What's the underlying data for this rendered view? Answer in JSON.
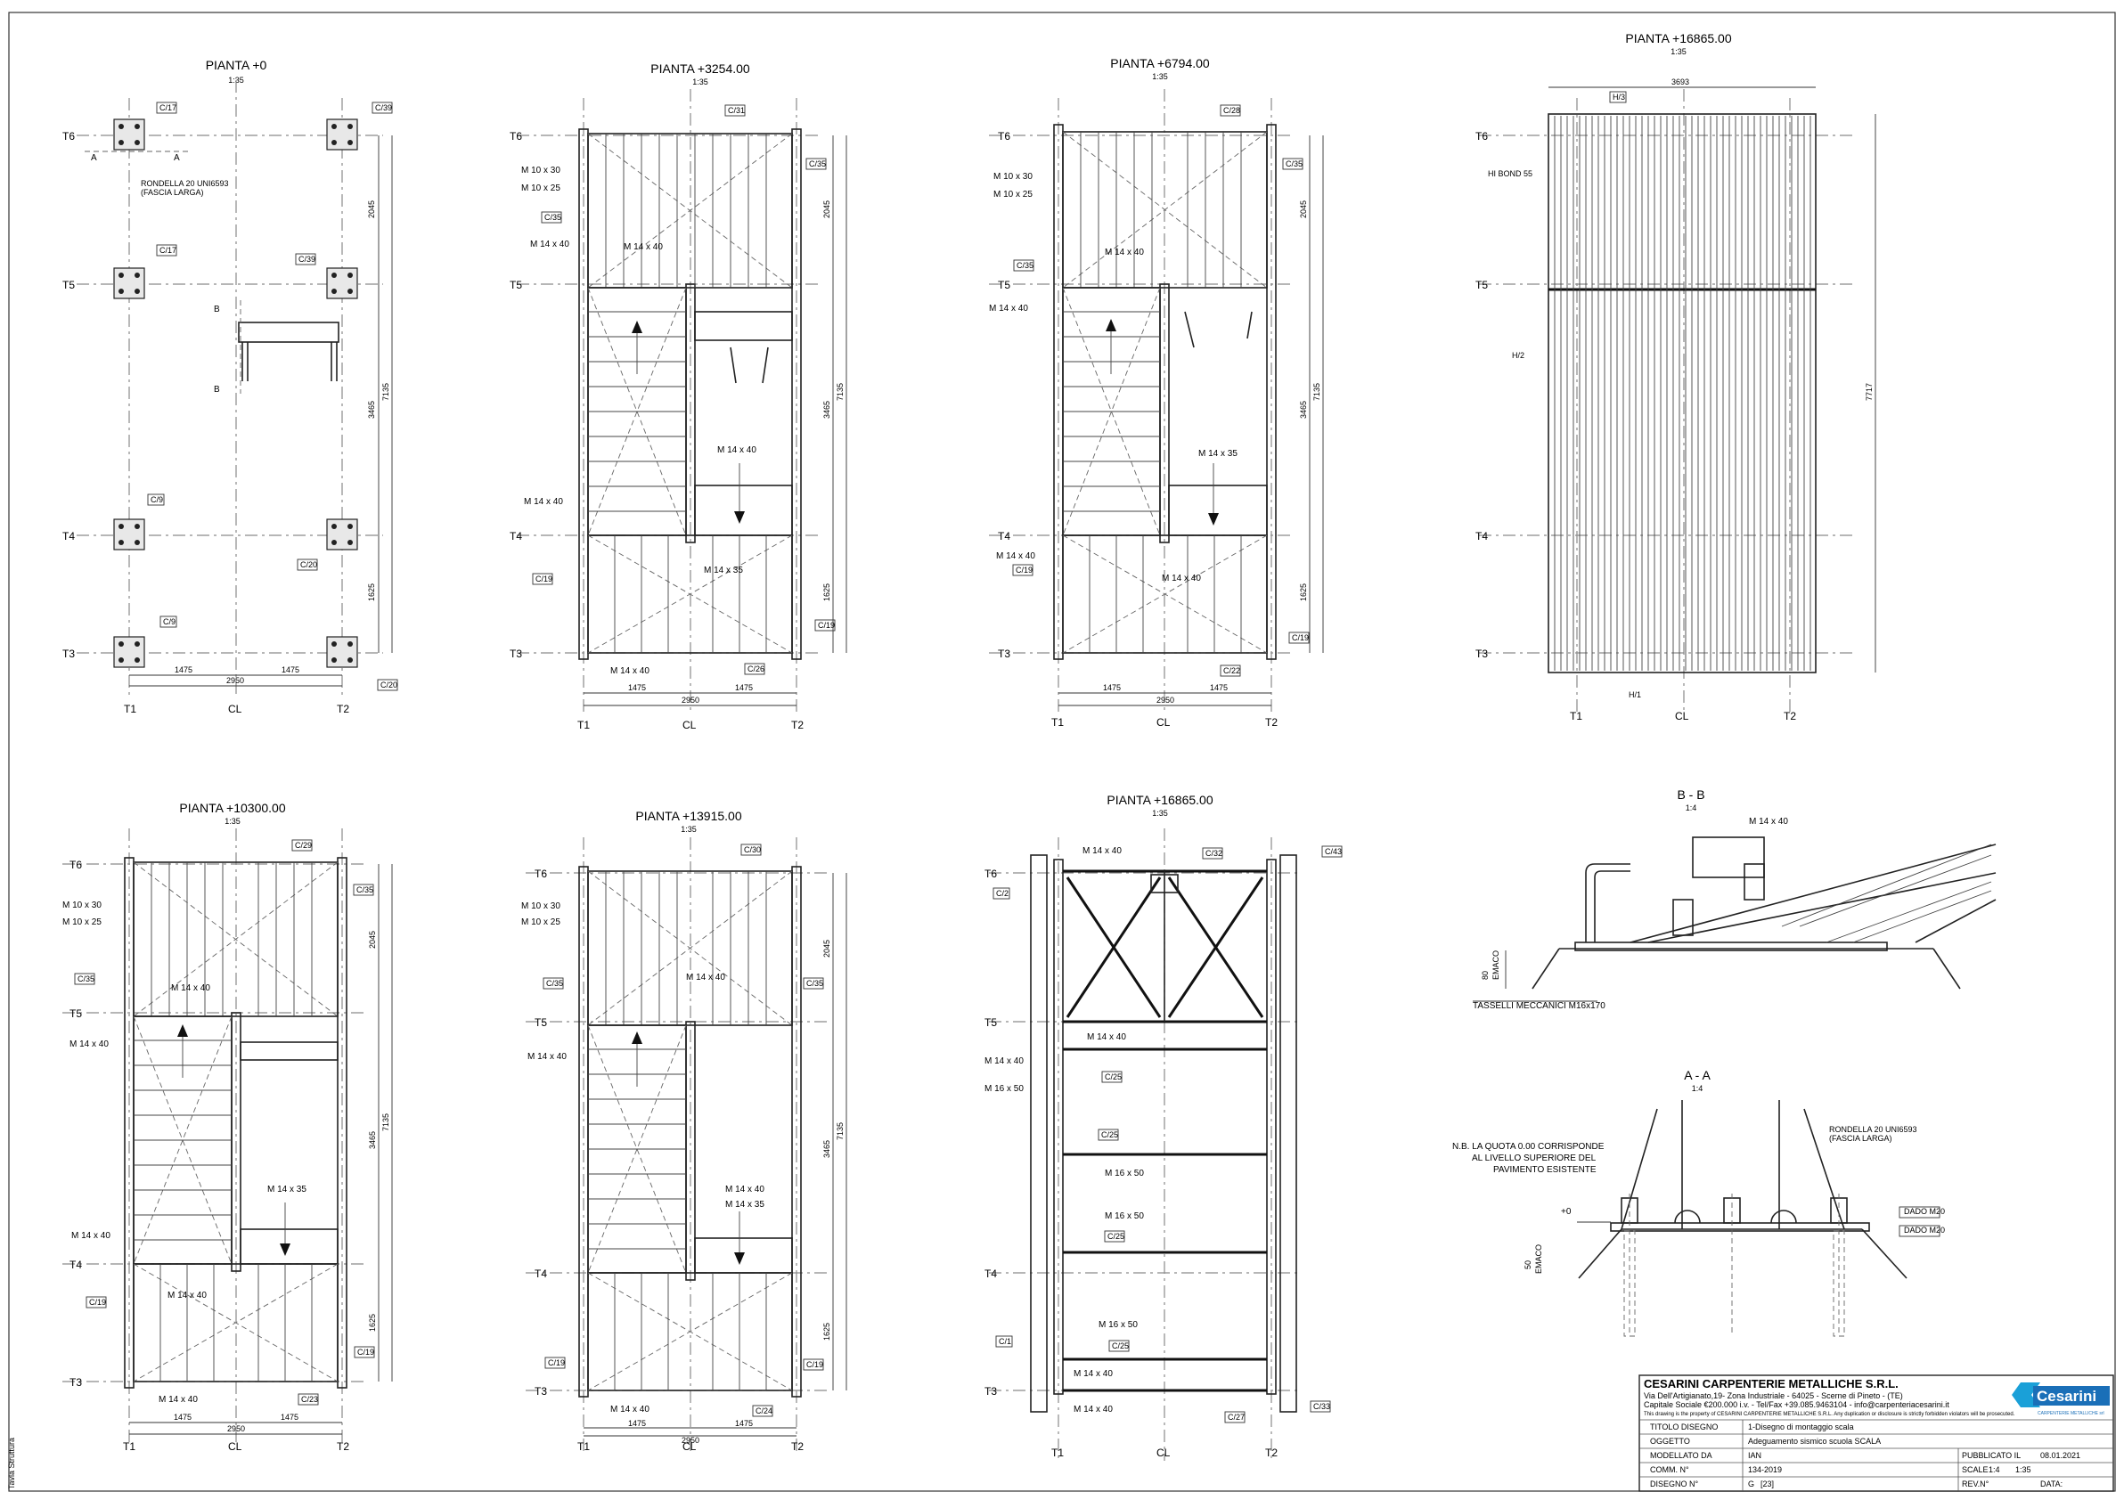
{
  "sheet": {
    "side_label": "Tavla Struttura",
    "scale_note": "1:35"
  },
  "plans": [
    {
      "title": "PIANTA +0",
      "scale": "1:35"
    },
    {
      "title": "PIANTA +3254.00",
      "scale": "1:35"
    },
    {
      "title": "PIANTA +6794.00",
      "scale": "1:35"
    },
    {
      "title": "PIANTA +16865.00",
      "scale": "1:35"
    },
    {
      "title": "PIANTA +10300.00",
      "scale": "1:35"
    },
    {
      "title": "PIANTA +13915.00",
      "scale": "1:35"
    },
    {
      "title": "PIANTA +16865.00",
      "scale": "1:35"
    }
  ],
  "axes": {
    "rows": [
      "T6",
      "T5",
      "T4",
      "T3"
    ],
    "cols": [
      "T1",
      "CL",
      "T2"
    ]
  },
  "dimensions": {
    "d2045": "2045",
    "d3465": "3465",
    "d7135": "7135",
    "d1625": "1625",
    "d1475": "1475",
    "d2950": "2950",
    "d3693": "3693",
    "d7717": "7717",
    "d80": "80",
    "d50": "50"
  },
  "labels": {
    "c17": "C/17",
    "c39": "C/39",
    "c9": "C/9",
    "c20": "C/20",
    "c31": "C/31",
    "c35": "C/35",
    "c19": "C/19",
    "c26": "C/26",
    "c28": "C/28",
    "c22": "C/22",
    "c29": "C/29",
    "c23": "C/23",
    "c30": "C/30",
    "c24": "C/24",
    "c32": "C/32",
    "c43": "C/43",
    "c2": "C/2",
    "c25": "C/25",
    "c1": "C/1",
    "c27": "C/27",
    "c33": "C/33",
    "h3": "H/3",
    "h2": "H/2",
    "h1": "H/1",
    "hibond": "HI BOND 55",
    "a": "A",
    "b": "B",
    "rondella1": "RONDELLA 20 UNI6593",
    "rondella2": "(FASCIA LARGA)",
    "m1030": "M 10 x 30",
    "m1025": "M 10 x 25",
    "m1440": "M 14 x 40",
    "m1435": "M 14 x 35",
    "m1650": "M 16 x 50"
  },
  "sections": {
    "bb_title": "B - B",
    "bb_scale": "1:4",
    "aa_title": "A - A",
    "aa_scale": "1:4",
    "emaco": "EMACO",
    "tasselli": "TASSELLI MECCANICI M16x170",
    "note1": "N.B. LA QUOTA 0.00 CORRISPONDE",
    "note2": "AL LIVELLO SUPERIORE DEL",
    "note3": "PAVIMENTO ESISTENTE",
    "plus0": "+0",
    "dado": "DADO M20"
  },
  "title_block": {
    "company": "CESARINI CARPENTERIE METALLICHE S.R.L.",
    "address": "Via Dell'Artigianato,19- Zona Industriale - 64025 - Scerne di Pineto - (TE)",
    "capital": "Capitale Sociale €200.000 i.v. - Tel/Fax +39.085.9463104 - info@carpenteriacesarini.it",
    "disclaimer": "This drawing is the property of CESARINI CARPENTERIE METALLICHE S.R.L. Any duplication or disclosure is strictly forbidden violators will be prosecuted.",
    "logo": "Cesarini",
    "logo_sub": "CARPENTERIE METALLICHE srl",
    "rows": [
      {
        "label": "TITOLO DISEGNO",
        "value": "1-Disegno di montaggio scala"
      },
      {
        "label": "OGGETTO",
        "value": "Adeguamento sismico scuola SCALA"
      },
      {
        "label": "MODELLATO DA",
        "value": "IAN",
        "label2": "PUBBLICATO IL",
        "value2": "08.01.2021"
      },
      {
        "label": "COMM. N°",
        "value": "134-2019",
        "label2": "SCALE",
        "value2": "1:4",
        "value3": "1:35"
      },
      {
        "label": "DISEGNO N°",
        "value": "G",
        "value_b": "[23]",
        "label2": "REV.N°",
        "label3": "DATA:"
      }
    ]
  }
}
